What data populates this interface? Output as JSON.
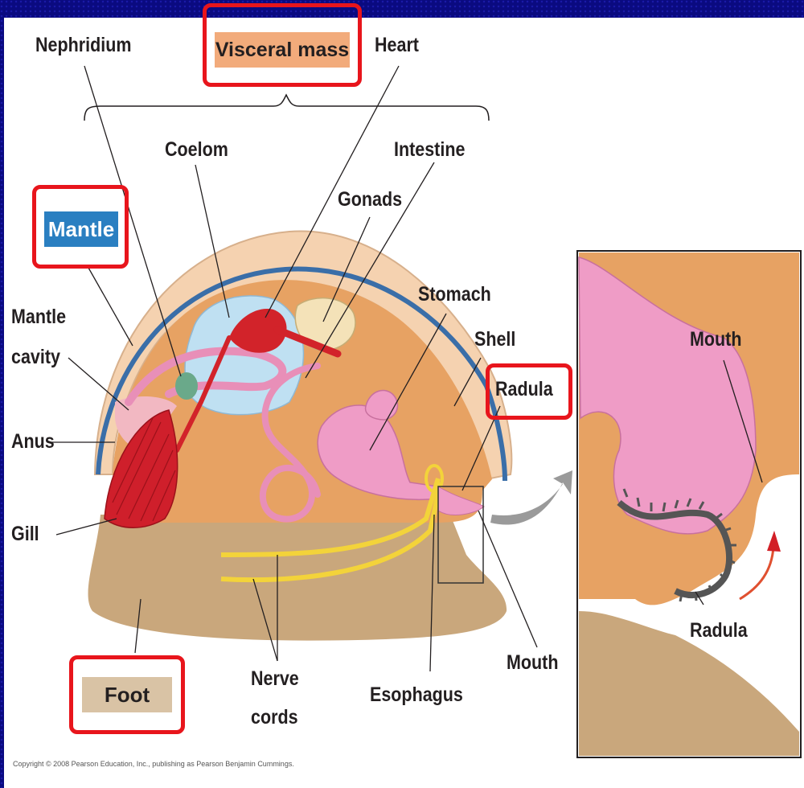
{
  "labels": {
    "nephridium": "Nephridium",
    "visceral_mass": "Visceral mass",
    "heart": "Heart",
    "coelom": "Coelom",
    "intestine": "Intestine",
    "gonads": "Gonads",
    "mantle": "Mantle",
    "mantle_cavity_1": "Mantle",
    "mantle_cavity_2": "cavity",
    "stomach": "Stomach",
    "shell": "Shell",
    "radula": "Radula",
    "anus": "Anus",
    "gill": "Gill",
    "mouth": "Mouth",
    "foot": "Foot",
    "nerve_cords_1": "Nerve",
    "nerve_cords_2": "cords",
    "esophagus": "Esophagus",
    "inset_mouth": "Mouth",
    "inset_radula": "Radula"
  },
  "copyright": "Copyright © 2008 Pearson Education, Inc., publishing as Pearson Benjamin Cummings.",
  "colors": {
    "highlight": "#e8151c",
    "visceral_mass_box": "#f2ab7b",
    "mantle_box": "#2a7fc1",
    "foot_box": "#d9c3a5",
    "body": "#e7a263",
    "shell": "#f5d2b0",
    "foot": "#c9a77c"
  }
}
